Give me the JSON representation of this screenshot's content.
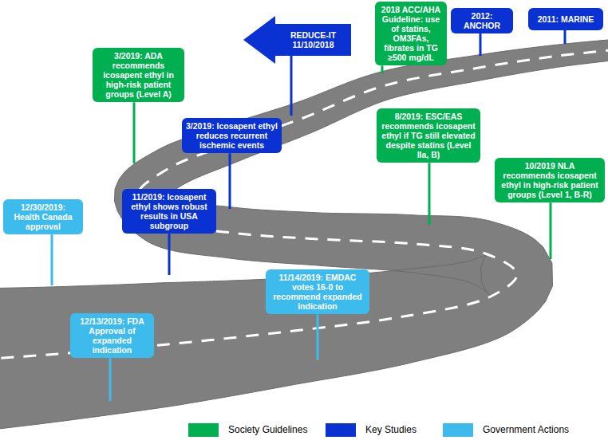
{
  "diagram": {
    "nodes": [
      {
        "text": [
          "2018 ACC/AHA Guideline: use of statins, OM3FAs, fibrates in TG ≥500 mg/dL"
        ]
      },
      {
        "text": [
          "2012: ANCHOR"
        ]
      },
      {
        "text": [
          "2011: MARINE"
        ]
      },
      {
        "text": [
          "REDUCE-IT 11/10/2018"
        ]
      },
      {
        "text": [
          "3/2019: ADA recommends icosapent ethyl in high-risk patient groups (Level A)"
        ]
      },
      {
        "text": [
          "8/2019: ESC/EAS recommends icosapent ethyl if TG still elevated despite statins (Level IIa, B)"
        ]
      },
      {
        "text": [
          "3/2019: Icosapent ethyl reduces recurrent ischemic events"
        ]
      },
      {
        "text": [
          "10/2019 NLA recommends icosapent ethyl in high-risk patient groups (Level 1, B-R)"
        ]
      },
      {
        "text": [
          "11/2019: Icosapent ethyl shows robust results in USA subgroup"
        ]
      },
      {
        "text": [
          "12/30/2019: Health Canada approval"
        ]
      },
      {
        "text": [
          "11/14/2019: EMDAC votes 16-0 to recommend expanded indication"
        ]
      },
      {
        "text": [
          "12/13/2019: FDA Approval of expanded indication"
        ]
      }
    ],
    "legend": [
      {
        "text": "Society Guidelines",
        "color": "#00b050"
      },
      {
        "text": "Key Studies",
        "color": "#0a32d2"
      },
      {
        "text": "Government Actions",
        "color": "#3dbbec"
      }
    ]
  }
}
